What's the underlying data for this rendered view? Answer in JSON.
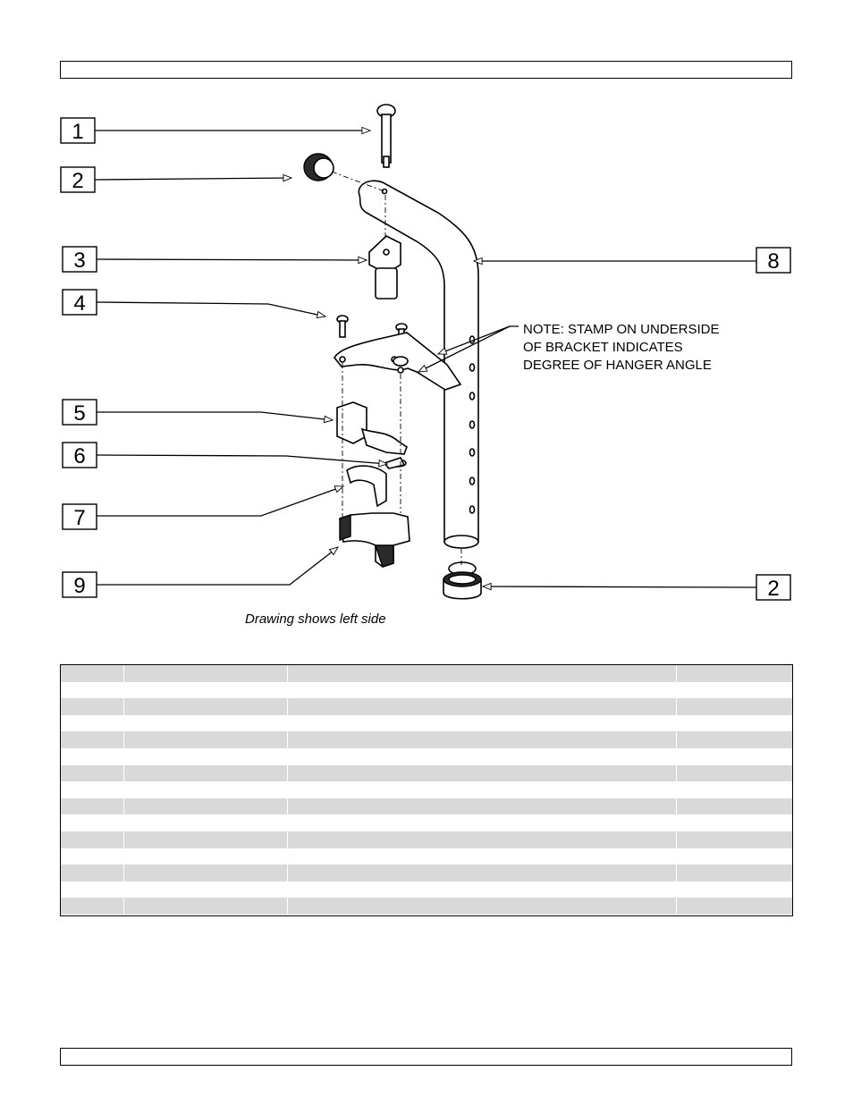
{
  "header": {
    "text": ""
  },
  "footer": {
    "text": ""
  },
  "drawing": {
    "callouts": [
      "1",
      "2",
      "3",
      "4",
      "5",
      "6",
      "7",
      "9",
      "8",
      "2"
    ],
    "note_lines": [
      "NOTE: STAMP ON UNDERSIDE",
      "OF BRACKET INDICATES",
      "DEGREE OF HANGER ANGLE"
    ],
    "caption": "Drawing shows left side"
  },
  "table": {
    "columns": [
      "",
      "",
      "",
      ""
    ],
    "rows": [
      [
        "",
        "",
        "",
        ""
      ],
      [
        "",
        "",
        "",
        ""
      ],
      [
        "",
        "",
        "",
        ""
      ],
      [
        "",
        "",
        "",
        ""
      ],
      [
        "",
        "",
        "",
        ""
      ],
      [
        "",
        "",
        "",
        ""
      ],
      [
        "",
        "",
        "",
        ""
      ],
      [
        "",
        "",
        "",
        ""
      ],
      [
        "",
        "",
        "",
        ""
      ],
      [
        "",
        "",
        "",
        ""
      ],
      [
        "",
        "",
        "",
        ""
      ],
      [
        "",
        "",
        "",
        ""
      ],
      [
        "",
        "",
        "",
        ""
      ],
      [
        "",
        "",
        "",
        ""
      ]
    ]
  }
}
